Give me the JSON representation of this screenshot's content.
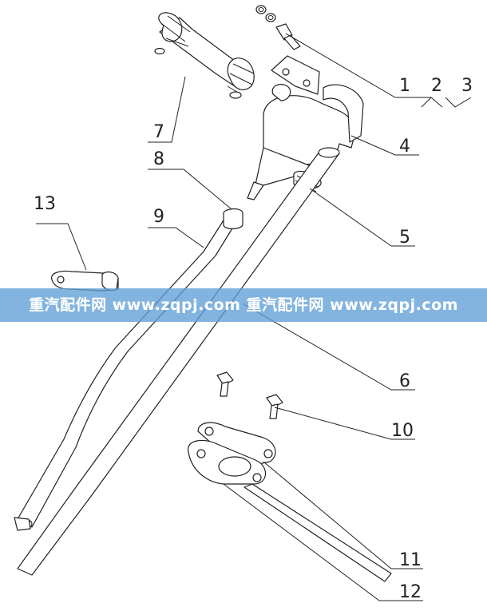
{
  "callouts": {
    "c1": "1",
    "c2": "2",
    "c3": "3",
    "c4": "4",
    "c5": "5",
    "c6": "6",
    "c7": "7",
    "c8": "8",
    "c9": "9",
    "c10": "10",
    "c11": "11",
    "c12": "12",
    "c13": "13"
  },
  "watermark": {
    "text": "重汽配件网 www.zqpj.com 重汽配件网 www.zqpj.com"
  }
}
